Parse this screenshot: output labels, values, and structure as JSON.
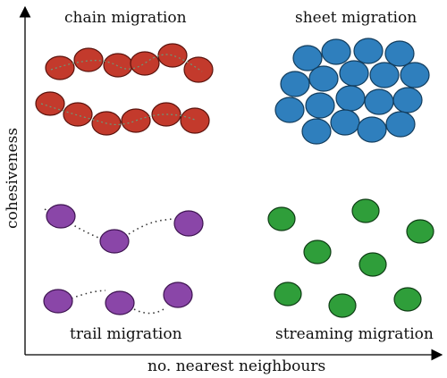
{
  "axes": {
    "x_label": "no. nearest neighbours",
    "y_label": "cohesiveness"
  },
  "quadrants": {
    "top_left": "chain migration",
    "top_right": "sheet migration",
    "bottom_left": "trail migration",
    "bottom_right": "streaming migration"
  },
  "colors": {
    "chain": "#c33a2c",
    "sheet": "#2f7fbd",
    "trail": "#8a46a8",
    "streaming": "#2f9e3a",
    "axis": "#000000"
  }
}
